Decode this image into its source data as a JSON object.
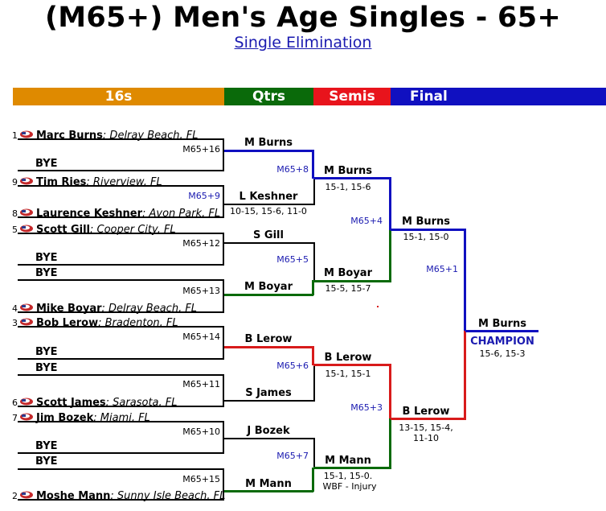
{
  "title": "(M65+) Men's Age Singles - 65+",
  "subtitle": "Single Elimination",
  "rounds": [
    {
      "label": "16s",
      "color": "#df8a00"
    },
    {
      "label": "Qtrs",
      "color": "#0a6a0a"
    },
    {
      "label": "Semis",
      "color": "#e8141c"
    },
    {
      "label": "Final",
      "color": "#1010c0"
    }
  ],
  "flag_icon": "usa-flag-icon",
  "players": [
    {
      "seed": "1",
      "name": "Marc Burns",
      "city": ": Delray Beach, FL"
    },
    {
      "seed": "9",
      "name": "Tim Ries",
      "city": ": Riverview, FL"
    },
    {
      "seed": "8",
      "name": "Laurence Keshner",
      "city": ": Avon Park, FL"
    },
    {
      "seed": "5",
      "name": "Scott Gill",
      "city": ": Cooper City, FL"
    },
    {
      "seed": "4",
      "name": "Mike Boyar",
      "city": ": Delray Beach, FL"
    },
    {
      "seed": "3",
      "name": "Bob Lerow",
      "city": ": Bradenton, FL"
    },
    {
      "seed": "6",
      "name": "Scott James",
      "city": ": Sarasota, FL"
    },
    {
      "seed": "7",
      "name": "Jim Bozek",
      "city": ": Miami, FL"
    },
    {
      "seed": "2",
      "name": "Moshe Mann",
      "city": ": Sunny Isle Beach, FL"
    }
  ],
  "bye_label": "BYE",
  "round16_matches": [
    "M65+16",
    "M65+9",
    "M65+12",
    "M65+13",
    "M65+14",
    "M65+11",
    "M65+10",
    "M65+15"
  ],
  "quarter_matches": [
    "M65+8",
    "M65+5",
    "M65+6",
    "M65+7"
  ],
  "semi_matches": [
    "M65+4",
    "M65+3"
  ],
  "final_match": "M65+1",
  "round16_winners": [
    {
      "name": "M Burns",
      "score": ""
    },
    {
      "name": "L Keshner",
      "score": "10-15, 15-6, 11-0"
    },
    {
      "name": "S Gill",
      "score": ""
    },
    {
      "name": "M Boyar",
      "score": ""
    },
    {
      "name": "B Lerow",
      "score": ""
    },
    {
      "name": "S James",
      "score": ""
    },
    {
      "name": "J Bozek",
      "score": ""
    },
    {
      "name": "M Mann",
      "score": ""
    }
  ],
  "quarter_winners": [
    {
      "name": "M Burns",
      "score": "15-1, 15-6"
    },
    {
      "name": "M Boyar",
      "score": "15-5, 15-7"
    },
    {
      "name": "B Lerow",
      "score": "15-1, 15-1"
    },
    {
      "name": "M Mann",
      "score": "15-1, 15-0.",
      "note": "WBF - Injury"
    }
  ],
  "semi_winners": [
    {
      "name": "M Burns",
      "score": "15-1, 15-0"
    },
    {
      "name": "B Lerow",
      "score": "13-15, 15-4,",
      "score2": "11-10"
    }
  ],
  "champion": {
    "name": "M Burns",
    "label": "CHAMPION",
    "score": "15-6, 15-3"
  }
}
